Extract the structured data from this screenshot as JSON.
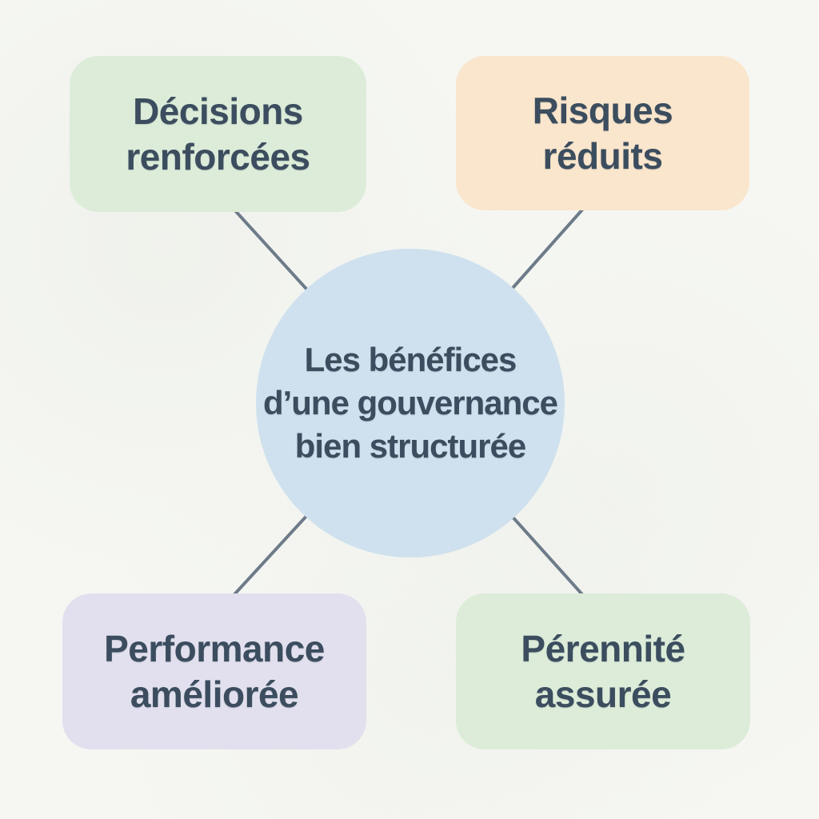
{
  "diagram": {
    "title_hidden": "",
    "center": {
      "lines": {
        "l1": "Les bénéfices",
        "l2": "d’une gouvernance",
        "l3": "bien structurée"
      },
      "fill": "#cfe1ee"
    },
    "nodes": {
      "top_left": {
        "lines": {
          "l1": "Décisions",
          "l2": "renforcées"
        },
        "fill": "#dcecd9"
      },
      "top_right": {
        "lines": {
          "l1": "Risques",
          "l2": "réduits"
        },
        "fill": "#fae6cd"
      },
      "bottom_left": {
        "lines": {
          "l1": "Performance",
          "l2": "améliorée"
        },
        "fill": "#e2e0ee"
      },
      "bottom_right": {
        "lines": {
          "l1": "Pérennité",
          "l2": "assurée"
        },
        "fill": "#dcecd9"
      }
    },
    "colors": {
      "background": "#f6f7f3",
      "text": "#3b4d5e",
      "connector": "#6d7b89"
    }
  }
}
